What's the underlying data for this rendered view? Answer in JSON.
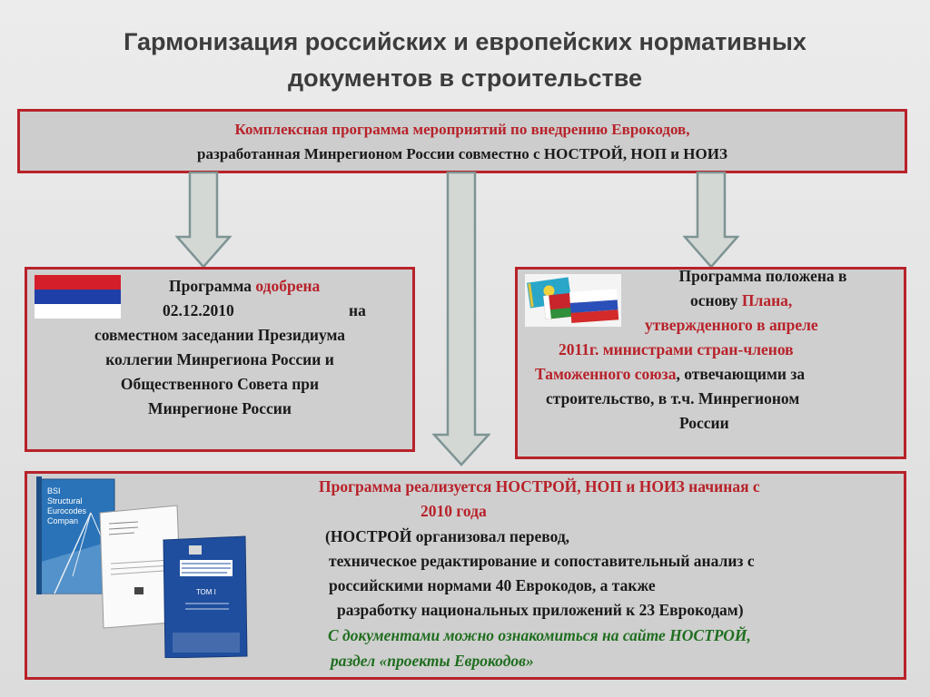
{
  "title": {
    "line1": "Гармонизация российских и европейских нормативных",
    "line2": "документов в строительстве"
  },
  "top_box": {
    "line1": "Комплексная программа мероприятий по внедрению Еврокодов,",
    "line2": "разработанная Минрегионом России совместно с НОСТРОЙ, НОП и НОИЗ"
  },
  "left_box": {
    "part1": "Программа ",
    "part1_red": "одобрена",
    "date": "02.12.2010",
    "on": "на",
    "line3": "совместном заседании Президиума",
    "line4": "коллегии Минрегиона России и",
    "line5": "Общественного Совета при",
    "line6": "Минрегионе России"
  },
  "right_box": {
    "line1": "Программа положена в",
    "line2a": "основу ",
    "line2b": "Плана,",
    "line3": "утвержденного в апреле",
    "line4": "2011г. министрами стран-членов",
    "line5a": "Таможенного союза",
    "line5b": ", отвечающими за",
    "line6": "строительство, в т.ч. Минрегионом",
    "line7": "России"
  },
  "bottom_box": {
    "line1": "Программа реализуется НОСТРОЙ, НОП и НОИЗ начиная с",
    "line2": "2010 года",
    "line3": "(НОСТРОЙ организовал перевод,",
    "line4": "техническое редактирование и сопоставительный анализ с",
    "line5": "российскими нормами 40 Еврокодов, а также",
    "line6": "разработку национальных  приложений к 23 Еврокодам)",
    "line7": "С документами можно ознакомиться на сайте НОСТРОЙ,",
    "line8": "раздел «проекты Еврокодов»"
  },
  "book_cover": {
    "bsi_line1": "BSI",
    "bsi_line2": "Structural",
    "bsi_line3": "Eurocodes",
    "bsi_line4": "Compan",
    "blue_vol": "ТОМ I"
  },
  "colors": {
    "accent_red": "#b8222a",
    "green_text": "#1f6e1f",
    "box_fill": "#cfcfcf",
    "arrow_fill": "#d4d8d4",
    "arrow_stroke": "#7e9494"
  }
}
